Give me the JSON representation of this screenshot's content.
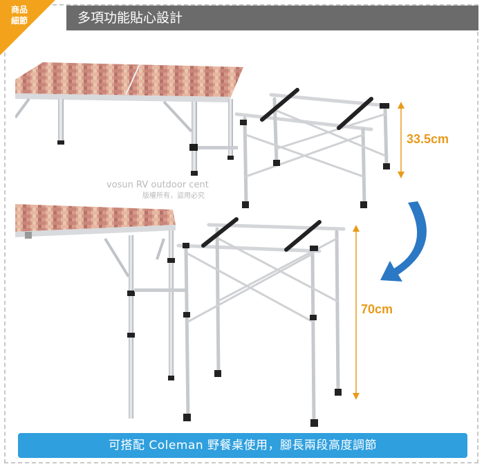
{
  "badge": {
    "line1": "商品",
    "line2": "細節"
  },
  "header": {
    "title": "多項功能貼心設計"
  },
  "dimensions": {
    "top_height": "33.5cm",
    "bottom_height": "70cm"
  },
  "watermark": {
    "line1": "vosun RV outdoor cent",
    "line2": "版權所有，盜用必究"
  },
  "footer": {
    "caption": "可搭配 Coleman 野餐桌使用，腳長兩段高度調節"
  },
  "colors": {
    "badge": "#f2a21b",
    "header": "#6b6b6b",
    "footer": "#2f9fde",
    "dimension": "#e89a1b",
    "arrow": "#2b78c4"
  }
}
